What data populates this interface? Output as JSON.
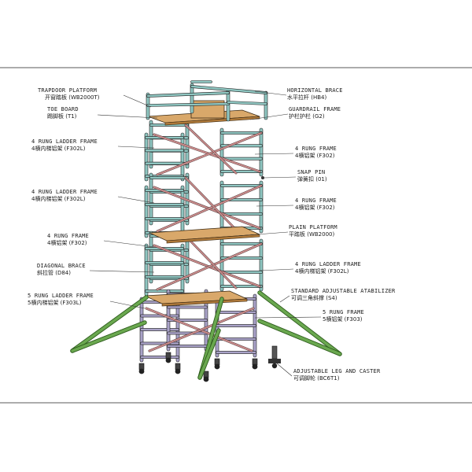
{
  "diagram": {
    "colors": {
      "frame_fill": "#8fc6c1",
      "frame_stroke": "#1d1d1d",
      "brace": "#c88a8a",
      "platform_top": "#d9a86a",
      "platform_side": "#b07a3a",
      "stabilizer": "#6aa84f",
      "stabilizer_dark": "#2f5d1e",
      "base_frame": "#a9a2c8"
    },
    "labels_left": [
      {
        "en": "TRAPDOOR PLATFORM",
        "cn": "开窗踏板 (WB2000T)"
      },
      {
        "en": "TOE BOARD",
        "cn": "踢脚板 (T1)"
      },
      {
        "en": "4 RUNG LADDER FRAME",
        "cn": "4横内梯铝架 (F302L)"
      },
      {
        "en": "4 RUNG LADDER FRAME",
        "cn": "4横内梯铝架 (F302L)"
      },
      {
        "en": "4 RUNG FRAME",
        "cn": "4横铝架 (F302)"
      },
      {
        "en": "DIAGONAL BRACE",
        "cn": "斜拉管 (D84)"
      },
      {
        "en": "5 RUNG LADDER FRAME",
        "cn": "5横内梯铝架 (F303L)"
      }
    ],
    "labels_right": [
      {
        "en": "HORIZONTAL BRACE",
        "cn": "水平拉杆 (HB4)"
      },
      {
        "en": "GUARDRAIL FRAME",
        "cn": "护栏护栏 (G2)"
      },
      {
        "en": "4 RUNG FRAME",
        "cn": "4横铝架 (F302)"
      },
      {
        "en": "SNAP PIN",
        "cn": "弹簧扣 (01)"
      },
      {
        "en": "4 RUNG FRAME",
        "cn": "4横铝架 (F302)"
      },
      {
        "en": "PLAIN PLATFORM",
        "cn": "平踏板 (WB2000)"
      },
      {
        "en": "4 RUNG LADDER FRAME",
        "cn": "4横内梯铝架 (F302L)"
      },
      {
        "en": "STANDARD ADJUSTABLE ATABILIZER",
        "cn": "可调三角斜撑 (S4)"
      },
      {
        "en": "5 RUNG FRAME",
        "cn": "5横铝架 (F303)"
      },
      {
        "en": "ADJUSTABLE LEG AND CASTER",
        "cn": "可调脚轮 (BC6T1)"
      }
    ]
  }
}
